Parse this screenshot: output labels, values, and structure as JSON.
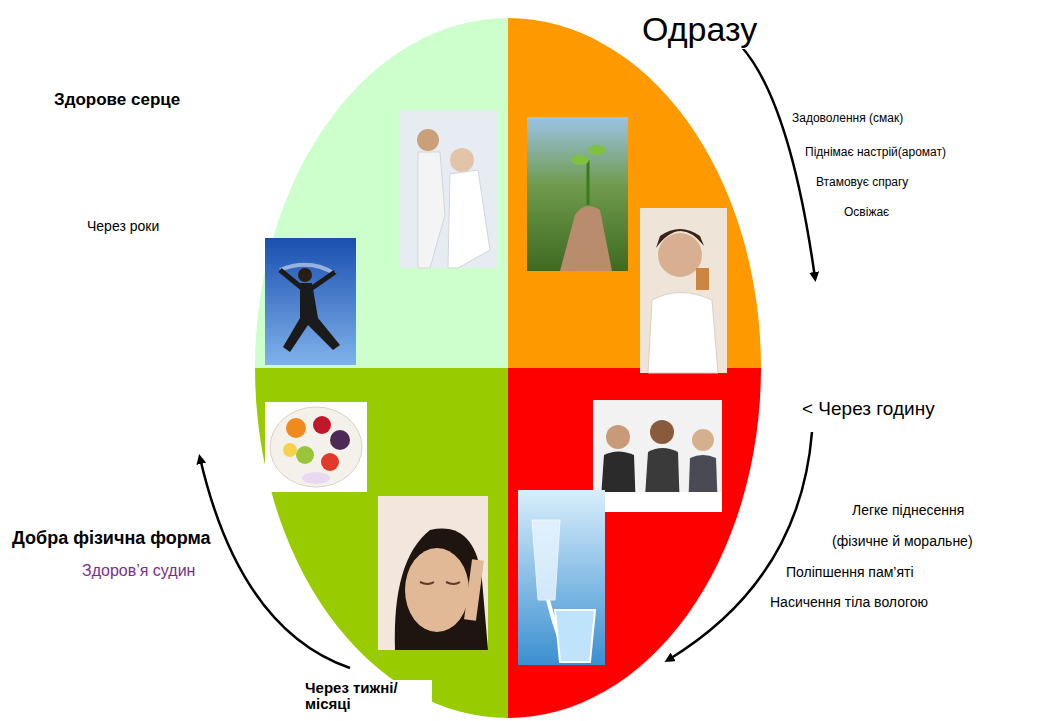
{
  "diagram": {
    "labels": [
      "Одразу",
      "Здорове серце",
      "Задоволення (смак)",
      "Піднімає настрій(аромат)",
      "Втамовує спрагу",
      "Освіжає",
      "Через роки",
      "< Через годину",
      "Легке піднесення",
      "(фізичне й моральне)",
      "Поліпшення пам’яті",
      "Насичення тіла вологою",
      "Добра фізична форма",
      "Здоров’я судин",
      "Через тижні/місяці"
    ]
  }
}
